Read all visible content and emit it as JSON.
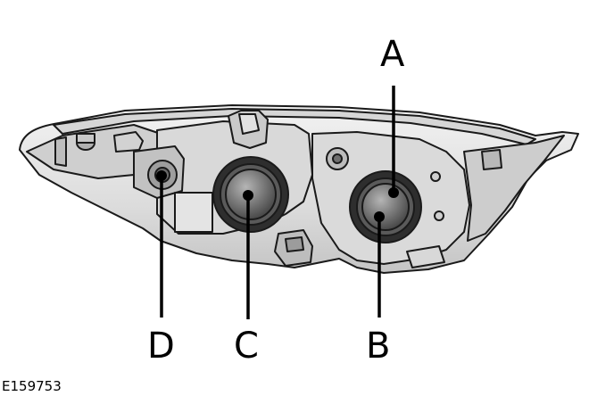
{
  "diagram": {
    "callouts": {
      "a": "A",
      "b": "B",
      "c": "C",
      "d": "D"
    },
    "reference_code": "E159753",
    "colors": {
      "housing_fill": "#e6e6e6",
      "housing_shade": "#c9c9c9",
      "housing_dark": "#9a9a9a",
      "outline": "#1a1a1a",
      "bulb_socket": "#3a3a3a",
      "bulb_face": "#8a8a8a",
      "leader": "#000000"
    }
  }
}
